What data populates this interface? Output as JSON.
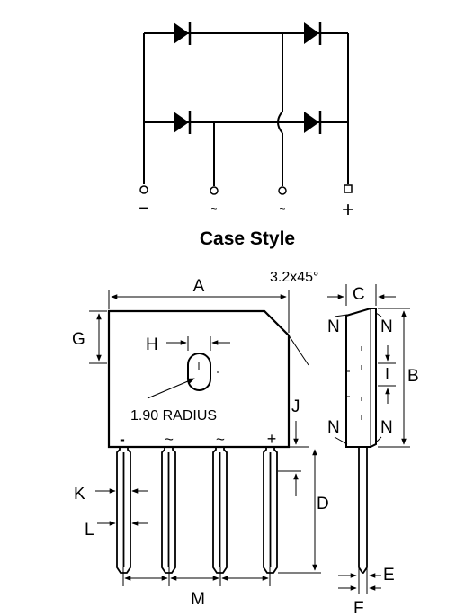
{
  "title": "Case Style",
  "schematic": {
    "terminals": [
      "−",
      "~",
      "~",
      "+"
    ]
  },
  "dimensions": {
    "A": "A",
    "B": "B",
    "C": "C",
    "D": "D",
    "E": "E",
    "F": "F",
    "G": "G",
    "H": "H",
    "I": "I",
    "J": "J",
    "K": "K",
    "L": "L",
    "M": "M",
    "N": "N"
  },
  "annotations": {
    "chamfer": "3.2x45°",
    "radius": "1.90 RADIUS"
  },
  "pins": [
    "-",
    "~",
    "~",
    "+"
  ]
}
